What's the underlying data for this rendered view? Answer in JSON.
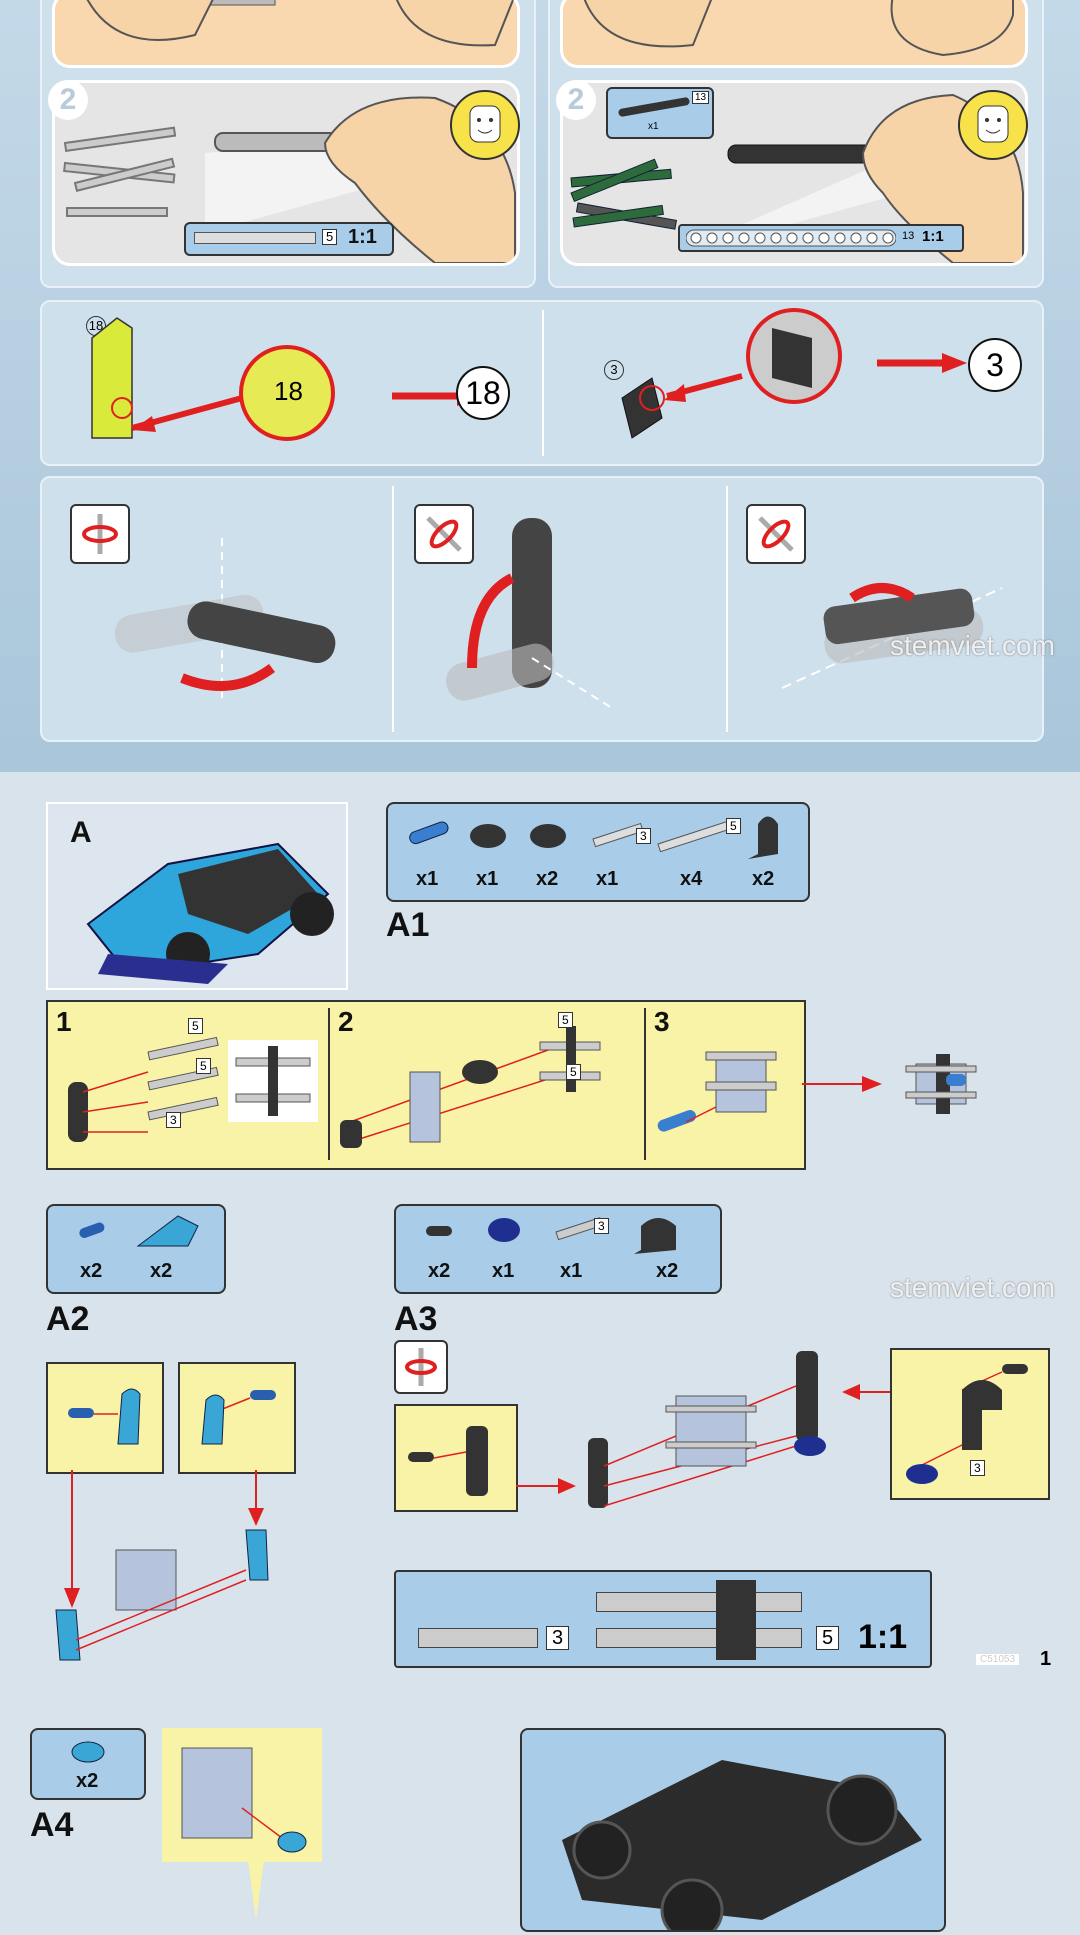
{
  "intro": {
    "steps": [
      "2",
      "2"
    ],
    "ruler_left": {
      "count": "5",
      "ratio": "1:1"
    },
    "ruler_right": {
      "count": "13",
      "ratio": "1:1"
    },
    "callout_right": {
      "count": "13",
      "qty": "x1"
    },
    "id_left": {
      "small": "18",
      "zoom": "18",
      "result": "18"
    },
    "id_right": {
      "small": "3",
      "result": "3"
    }
  },
  "watermark": "stemviet.com",
  "sections": {
    "A": {
      "label": "A"
    },
    "A1": {
      "label": "A1",
      "parts": [
        {
          "qty": "x1"
        },
        {
          "qty": "x1"
        },
        {
          "qty": "x2"
        },
        {
          "qty": "x1",
          "size": "3"
        },
        {
          "qty": "x4",
          "size": "5"
        },
        {
          "qty": "x2"
        }
      ],
      "steps": [
        "1",
        "2",
        "3"
      ],
      "step_sizes": [
        "5",
        "5",
        "3",
        "5",
        "5"
      ]
    },
    "A2": {
      "label": "A2",
      "parts": [
        {
          "qty": "x2"
        },
        {
          "qty": "x2"
        }
      ]
    },
    "A3": {
      "label": "A3",
      "parts": [
        {
          "qty": "x2"
        },
        {
          "qty": "x1"
        },
        {
          "qty": "x1",
          "size": "3"
        },
        {
          "qty": "x2"
        }
      ],
      "right_size": "3"
    },
    "ruler_bottom": {
      "short": "3",
      "long": "5",
      "ratio": "1:1"
    },
    "A4": {
      "label": "A4",
      "parts": [
        {
          "qty": "x2"
        }
      ]
    }
  },
  "page": {
    "id": "C51053",
    "number": "1"
  },
  "colors": {
    "accent_red": "#e02020",
    "part_blue": "#3aa6d6",
    "part_dark": "#333333",
    "panel_blue": "#a9cde8",
    "yellow_bg": "#f8f3a6"
  }
}
